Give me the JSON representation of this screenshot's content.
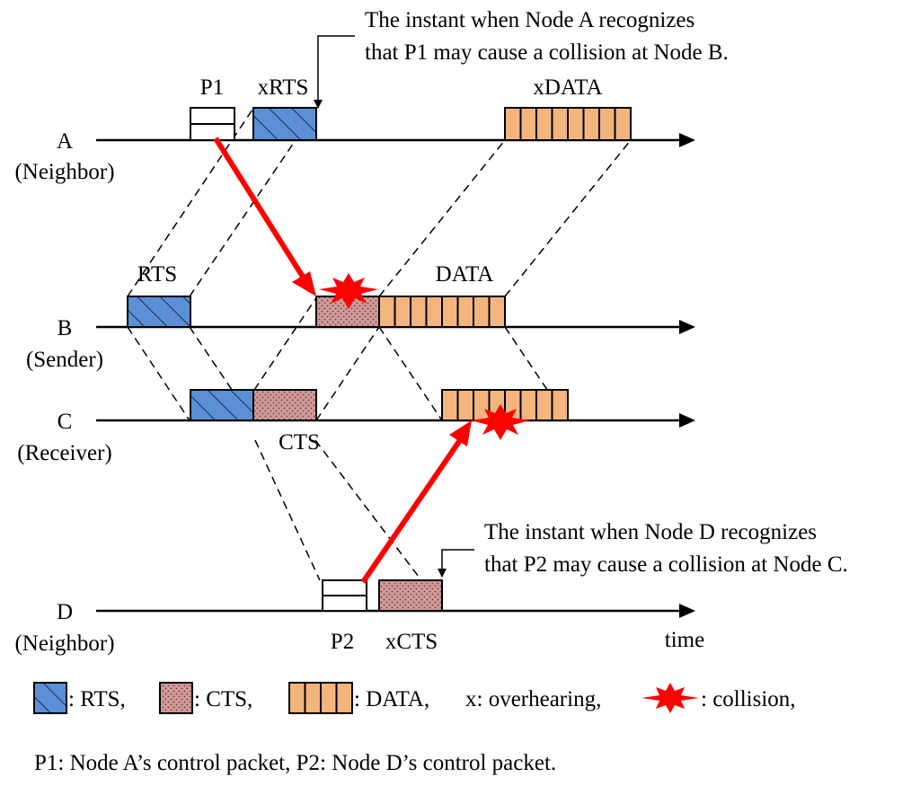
{
  "annotations": {
    "node_a_line1": "The instant when Node A recognizes",
    "node_a_line2": "that P1 may cause a collision at Node B.",
    "node_d_line1": "The instant when Node D recognizes",
    "node_d_line2": "that P2 may cause a collision at Node C."
  },
  "nodes": {
    "a": {
      "name": "A",
      "role": "(Neighbor)"
    },
    "b": {
      "name": "B",
      "role": "(Sender)"
    },
    "c": {
      "name": "C",
      "role": "(Receiver)"
    },
    "d": {
      "name": "D",
      "role": "(Neighbor)"
    }
  },
  "packets": {
    "p1": "P1",
    "xrts": "xRTS",
    "xdata": "xDATA",
    "rts": "RTS",
    "data": "DATA",
    "cts": "CTS",
    "p2": "P2",
    "xcts": "xCTS"
  },
  "axis": {
    "time": "time"
  },
  "legend": {
    "rts": ": RTS,",
    "cts": ": CTS,",
    "data": ": DATA,",
    "overhearing": "x: overhearing,",
    "collision": ": collision,"
  },
  "footnote": "P1: Node A’s control packet,   P2: Node D’s control packet.",
  "colors": {
    "rts": "#5b8fd6",
    "cts": "#cf9a9a",
    "data": "#f3b57e",
    "arrow": "#ff0000",
    "collision": "#ff0000"
  }
}
